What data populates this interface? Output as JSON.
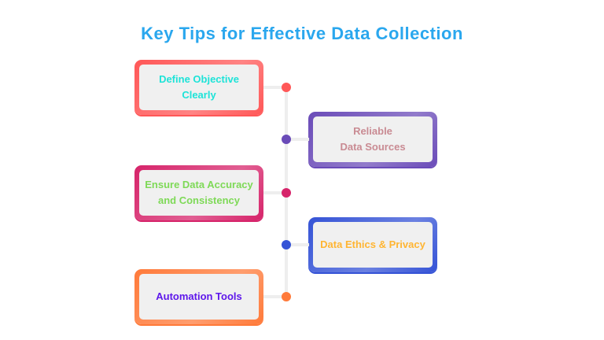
{
  "title": "Key Tips for Effective Data Collection",
  "title_color": "#2aa7ee",
  "items": [
    {
      "label": "Define Objective\nClearly",
      "border": "#ff5757",
      "text": "#1ee3d8",
      "side": "left"
    },
    {
      "label": "Reliable\nData Sources",
      "border": "#6a4bb8",
      "text": "#c98b93",
      "side": "right"
    },
    {
      "label": "Ensure Data Accuracy\nand Consistency",
      "border": "#d6246a",
      "text": "#7ed957",
      "side": "left"
    },
    {
      "label": "Data Ethics & Privacy",
      "border": "#3553d6",
      "text": "#ffb532",
      "side": "right"
    },
    {
      "label": "Automation Tools",
      "border": "#ff7a3a",
      "text": "#5e17eb",
      "side": "left"
    }
  ]
}
